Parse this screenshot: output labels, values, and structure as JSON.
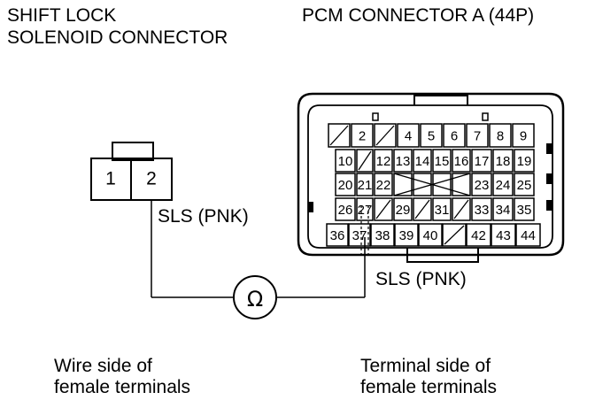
{
  "labels": {
    "left_title_line1": "SHIFT LOCK",
    "left_title_line2": "SOLENOID CONNECTOR",
    "right_title": "PCM CONNECTOR A (44P)",
    "left_wire_label": "SLS (PNK)",
    "right_wire_label": "SLS (PNK)",
    "left_footer_line1": "Wire side of",
    "left_footer_line2": "female terminals",
    "right_footer_line1": "Terminal side of",
    "right_footer_line2": "female terminals"
  },
  "meter_symbol": "Ω",
  "solenoid_connector": {
    "pins": [
      "1",
      "2"
    ]
  },
  "pcm_connector": {
    "rows": [
      [
        "",
        "2",
        "",
        "4",
        "5",
        "6",
        "7",
        "8",
        "9"
      ],
      [
        "10",
        "",
        "12",
        "13",
        "14",
        "15",
        "16",
        "17",
        "18",
        "19"
      ],
      [
        "20",
        "21",
        "22",
        "",
        "",
        "",
        "",
        "23",
        "24",
        "25"
      ],
      [
        "26",
        "27",
        "",
        "29",
        "",
        "31",
        "",
        "33",
        "34",
        "35"
      ],
      [
        "36",
        "37",
        "38",
        "39",
        "40",
        "",
        "42",
        "43",
        "44"
      ]
    ]
  }
}
